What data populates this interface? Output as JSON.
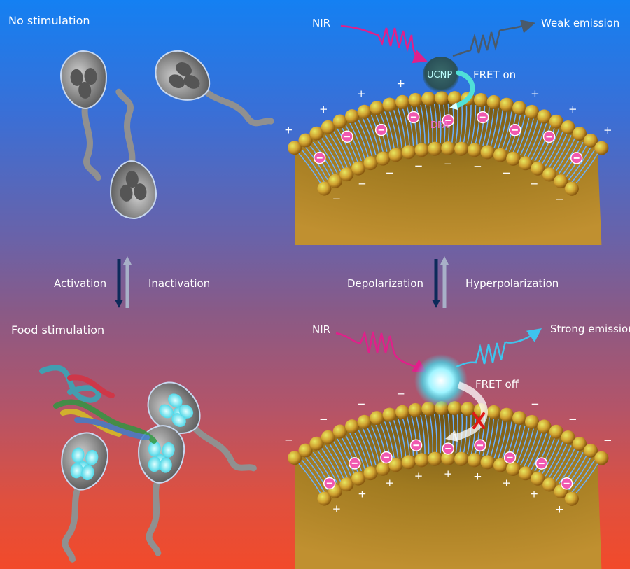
{
  "left_panel": {
    "top_title": "No stimulation",
    "bottom_title": "Food stimulation",
    "forward_label": "Activation",
    "reverse_label": "Inactivation"
  },
  "right_panel": {
    "top": {
      "excitation_label": "NIR",
      "emission_label": "Weak emission",
      "particle_label": "UCNP",
      "fret_label": "FRET on",
      "quencher_label": "DPA"
    },
    "bottom": {
      "excitation_label": "NIR",
      "emission_label": "Strong emission",
      "fret_label": "FRET off"
    },
    "forward_label": "Depolarization",
    "reverse_label": "Hyperpolarization"
  },
  "colors": {
    "nir_wave": "#e0208a",
    "weak_wave": "#4a5a6a",
    "strong_wave": "#3ec4ee",
    "lipid_head": "#d8b030",
    "lipid_tail": "#6ab0ff",
    "dpa": "#f058b0",
    "fret_blocked": "#e01818"
  }
}
